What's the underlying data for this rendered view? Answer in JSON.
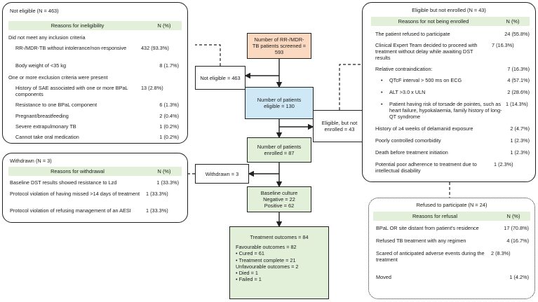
{
  "not_eligible_panel": {
    "title": "Not eligible (N = 463)",
    "col1": "Reasons for ineligibility",
    "col2": "N (%)",
    "rows": [
      {
        "label": "Did not meet any inclusion criteria",
        "value": ""
      },
      {
        "label": "RR-/MDR-TB without intolerance/non-responsive",
        "value": "432 (93.3%)"
      },
      {
        "label": "Body weight of <35 kg",
        "value": "8 (1.7%)"
      },
      {
        "label": "One or more exclusion criteria were present",
        "value": ""
      },
      {
        "label": "History of SAE associated with one or more BPaL components",
        "value": "13 (2.8%)"
      },
      {
        "label": "Resistance to one BPaL component",
        "value": "6 (1.3%)"
      },
      {
        "label": "Pregnant/breastfeeding",
        "value": "2 (0.4%)"
      },
      {
        "label": "Severe extrapulmonary TB",
        "value": "1 (0.2%)"
      },
      {
        "label": "Cannot take oral medication",
        "value": "1 (0.2%)"
      }
    ]
  },
  "withdrawn_panel": {
    "title": "Withdrawn (N = 3)",
    "col1": "Reasons for withdrawal",
    "col2": "N (%)",
    "rows": [
      {
        "label": "Baseline DST results showed resistance to Lzd",
        "value": "1 (33.3%)"
      },
      {
        "label": "Protocol violation of having missed >14 days of treatment",
        "value": "1 (33.3%)"
      },
      {
        "label": "Protocol violation of refusing management of an AESI",
        "value": "1 (33.3%)"
      }
    ]
  },
  "eligible_not_enrolled_panel": {
    "title": "Eligible but not enrolled (N = 43)",
    "col1": "Reasons for not being enrolled",
    "col2": "N (%)",
    "rows": [
      {
        "label": "The patient refused to participate",
        "value": "24 (55.8%)"
      },
      {
        "label": "Clinical Expert Team decided to proceed with treatment without delay while awaiting DST results",
        "value": "7 (16.3%)"
      },
      {
        "label": "Relative contraindication:",
        "value": "7 (16.3%)"
      },
      {
        "label": "QTcF interval > 500 ms on ECG",
        "value": "4 (57.1%)"
      },
      {
        "label": "ALT >3.0 x ULN",
        "value": "2 (28.6%)"
      },
      {
        "label": "Patient having risk of torsade de pointes, such as heart failure, hypokalaemia, family history of long-QT syndrome",
        "value": "1 (14.3%)"
      },
      {
        "label": "History of ≥4 weeks of delamanid exposure",
        "value": "2 (4.7%)"
      },
      {
        "label": "Poorly controlled comorbidity",
        "value": "1 (2.3%)"
      },
      {
        "label": "Death before treatment initiation",
        "value": "1 (2.3%)"
      },
      {
        "label": "Potential poor adherence to treatment due to intellectual disability",
        "value": "1 (2.3%)"
      }
    ]
  },
  "refused_panel": {
    "title": "Refused to participate (N = 24)",
    "col1": "Reasons for refusal",
    "col2": "N (%)",
    "rows": [
      {
        "label": "BPaL OR site distant from patient's residence",
        "value": "17 (70.8%)"
      },
      {
        "label": "Refused TB treatment with any regimen",
        "value": "4 (16.7%)"
      },
      {
        "label": "Scared of anticipated adverse events during the treatment",
        "value": "2 (8.3%)"
      },
      {
        "label": "Moved",
        "value": "1 (4.2%)"
      }
    ]
  },
  "flow": {
    "screened": "Number of RR-/MDR-TB patients screened = 593",
    "not_eligible": "Not eligible = 463",
    "eligible": "Number of patients eligible = 130",
    "eligible_not_enrolled": "Eligible, but not enrolled = 43",
    "enrolled": "Number of patients enrolled = 87",
    "withdrawn": "Withdrawn = 3",
    "baseline_title": "Baseline culture",
    "baseline_negative": "Negative = 22",
    "baseline_positive": "Positive = 62",
    "outcomes_title": "Treatment outcomes = 84",
    "outcome_lines": [
      "Favourable outcomes = 82",
      "• Cured = 61",
      "• Treatment complete = 21",
      "Unfavourable outcomes = 2",
      "• Died = 1",
      "• Failed = 1"
    ]
  },
  "colors": {
    "orange": "#fbd9c0",
    "blue": "#cfe8f5",
    "green": "#e2efd9"
  }
}
